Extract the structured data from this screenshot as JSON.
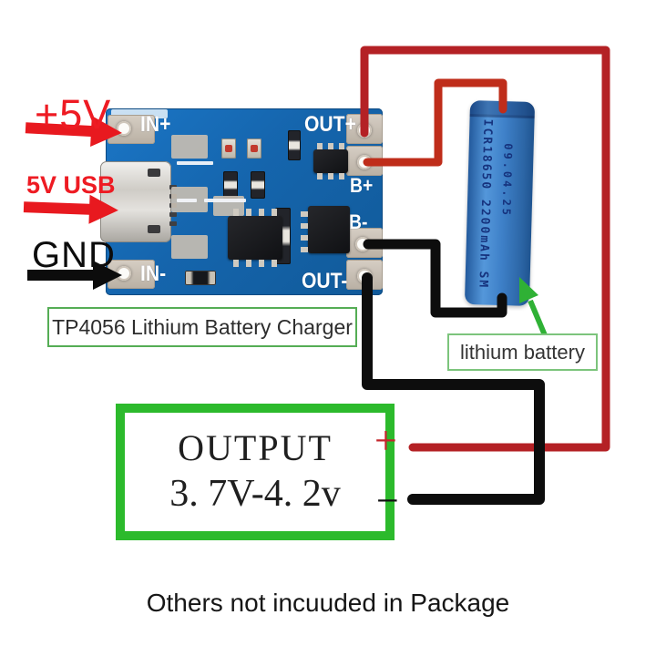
{
  "annotations": {
    "plus5v": "+5V",
    "usb_input": "5V USB",
    "gnd": "GND",
    "module_caption": "TP4056 Lithium Battery Charger",
    "battery_caption": "lithium battery",
    "output_title": "OUTPUT",
    "output_range": "3. 7V-4. 2v",
    "plus_terminal": "+",
    "minus_terminal": "−",
    "footer": "Others not incuuded in Package"
  },
  "module": {
    "pads": {
      "in_plus": "IN+",
      "in_minus": "IN-",
      "out_plus": "OUT+",
      "b_plus": "B+",
      "b_minus": "B-",
      "out_minus": "OUT-"
    }
  },
  "battery": {
    "marking": "ICR18650 2200mAh SM",
    "date_code": "09.04.25"
  },
  "colors": {
    "label_red": "#ee1b23",
    "wire_red": "#b42125",
    "wire_red_inner": "#bf2d1a",
    "wire_black": "#0d0d0d",
    "green_thick_border": "#2cba2c",
    "green_thin_border": "#55ad55",
    "green_arrow": "#2fb135",
    "pcb_blue": "#1565ad",
    "battery_blue": "#3e80c8"
  }
}
